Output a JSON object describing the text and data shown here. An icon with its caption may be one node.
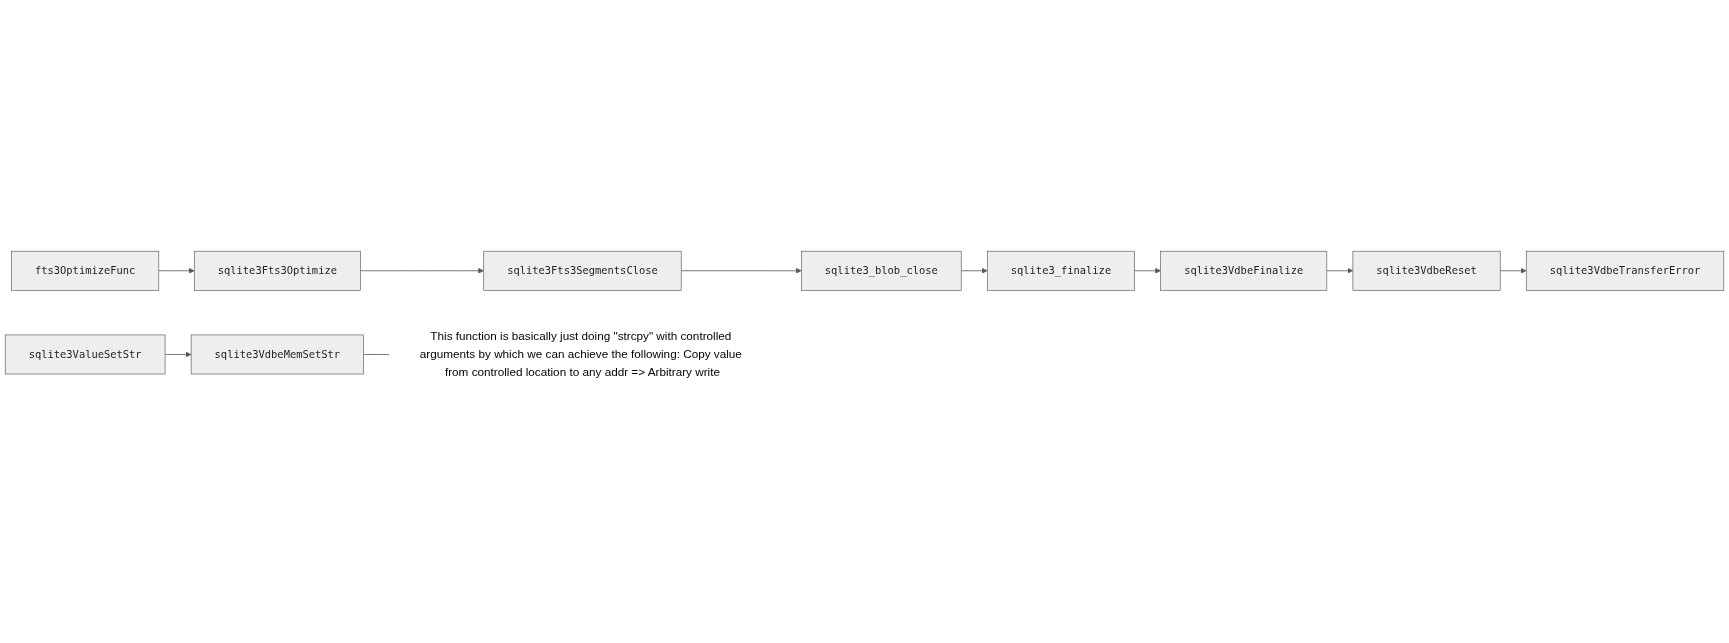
{
  "diagram": {
    "nodes": [
      {
        "text": [
          "fts3OptimizeFunc"
        ]
      },
      {
        "text": [
          "sqlite3Fts3Optimize"
        ]
      },
      {
        "text": [
          "sqlite3Fts3SegmentsClose"
        ]
      },
      {
        "text": [
          "sqlite3_blob_close"
        ]
      },
      {
        "text": [
          "sqlite3_finalize"
        ]
      },
      {
        "text": [
          "sqlite3VdbeFinalize"
        ]
      },
      {
        "text": [
          "sqlite3VdbeReset"
        ]
      },
      {
        "text": [
          "sqlite3VdbeTransferError"
        ]
      },
      {
        "text": [
          "sqlite3ValueSetStr"
        ]
      },
      {
        "text": [
          "sqlite3VdbeMemSetStr"
        ]
      },
      {
        "text": [
          "This function is basically just doing \"strcpy\" with controlled arguments by which we can achieve the following: Copy value from controlled location to any addr => Arbitrary write"
        ]
      }
    ],
    "edges": [
      {
        "from": 0,
        "to": 1,
        "arrow": "to"
      },
      {
        "from": 1,
        "to": 2,
        "arrow": "to"
      },
      {
        "from": 2,
        "to": 3,
        "arrow": "to"
      },
      {
        "from": 3,
        "to": 4,
        "arrow": "to"
      },
      {
        "from": 4,
        "to": 5,
        "arrow": "to"
      },
      {
        "from": 5,
        "to": 6,
        "arrow": "to"
      },
      {
        "from": 6,
        "to": 7,
        "arrow": "to"
      },
      {
        "from": 8,
        "to": 9,
        "arrow": "to"
      },
      {
        "from": 9,
        "to": 10,
        "arrow": "none"
      }
    ]
  }
}
